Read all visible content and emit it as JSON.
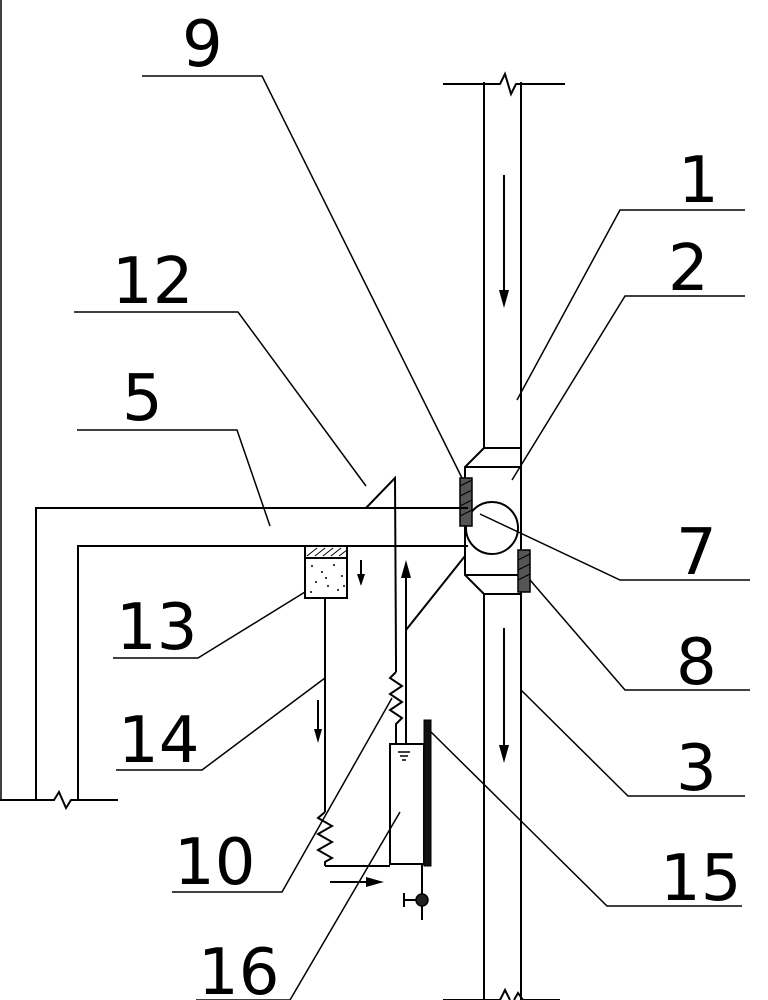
{
  "labels": {
    "l9": "9",
    "l1": "1",
    "l12": "12",
    "l2": "2",
    "l5": "5",
    "l7": "7",
    "l13": "13",
    "l8": "8",
    "l14": "14",
    "l3": "3",
    "l10": "10",
    "l15": "15",
    "l16": "16"
  },
  "colors": {
    "line": "#000000",
    "background": "#ffffff"
  }
}
